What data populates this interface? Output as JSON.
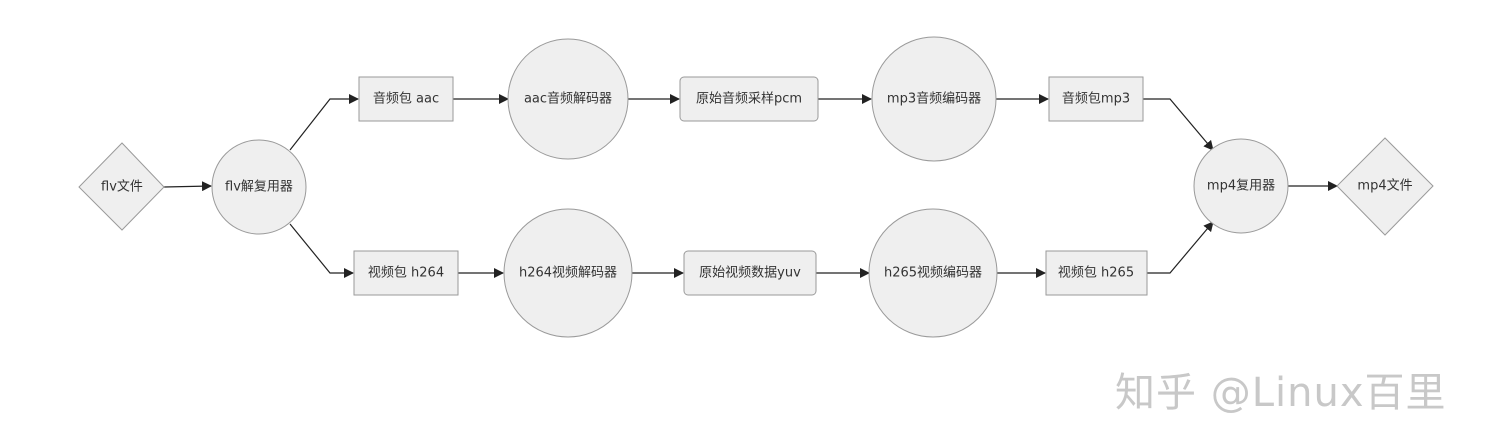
{
  "diagram": {
    "nodes": {
      "flv_file": "flv文件",
      "flv_demux": "flv解复用器",
      "audio_aac": "音频包 aac",
      "aac_decoder": "aac音频解码器",
      "raw_pcm": "原始音频采样pcm",
      "mp3_encoder": "mp3音频编码器",
      "audio_mp3": "音频包mp3",
      "video_h264": "视频包 h264",
      "h264_decoder": "h264视频解码器",
      "raw_yuv": "原始视频数据yuv",
      "h265_encoder": "h265视频编码器",
      "video_h265": "视频包 h265",
      "mp4_mux": "mp4复用器",
      "mp4_file": "mp4文件"
    }
  },
  "watermark": {
    "text": "知乎 @Linux百里"
  },
  "colors": {
    "node_fill": "#efefef",
    "node_stroke": "#9a9a9a",
    "edge": "#222222",
    "watermark": "#c8c8c8"
  }
}
